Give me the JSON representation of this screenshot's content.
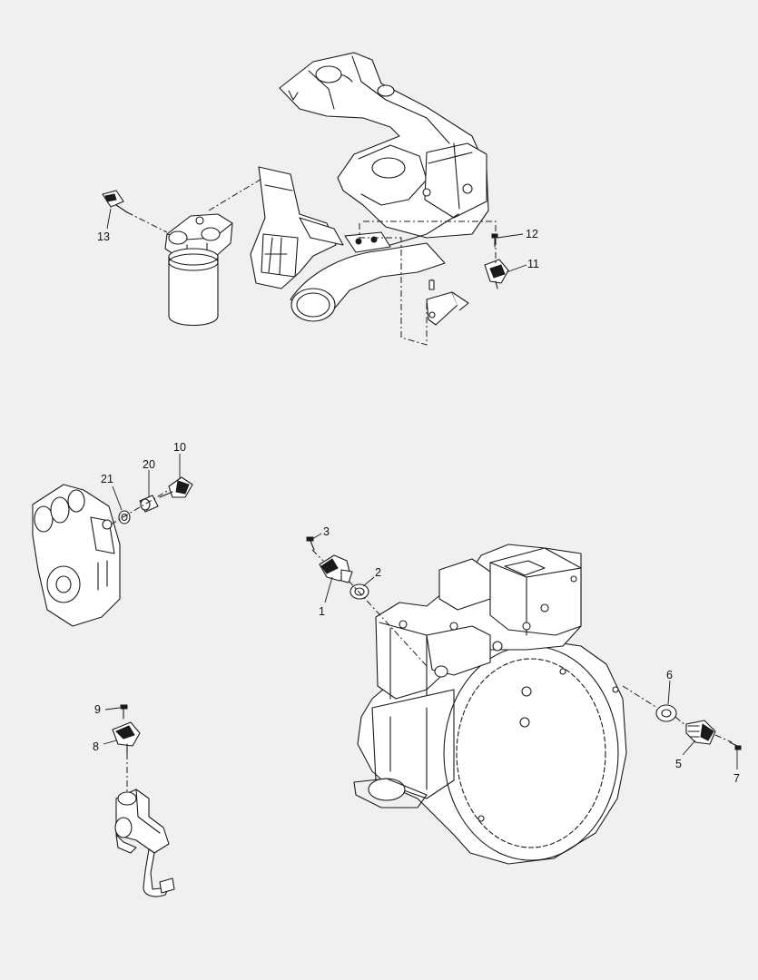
{
  "callouts": {
    "c1": "1",
    "c2": "2",
    "c3": "3",
    "c5": "5",
    "c6": "6",
    "c7": "7",
    "c8": "8",
    "c9": "9",
    "c10": "10",
    "c11": "11",
    "c12": "12",
    "c13": "13",
    "c20": "20",
    "c21": "21"
  },
  "colors": {
    "background": "#f0f0f0",
    "line": "#1a1a1a",
    "part_fill": "#ffffff"
  }
}
